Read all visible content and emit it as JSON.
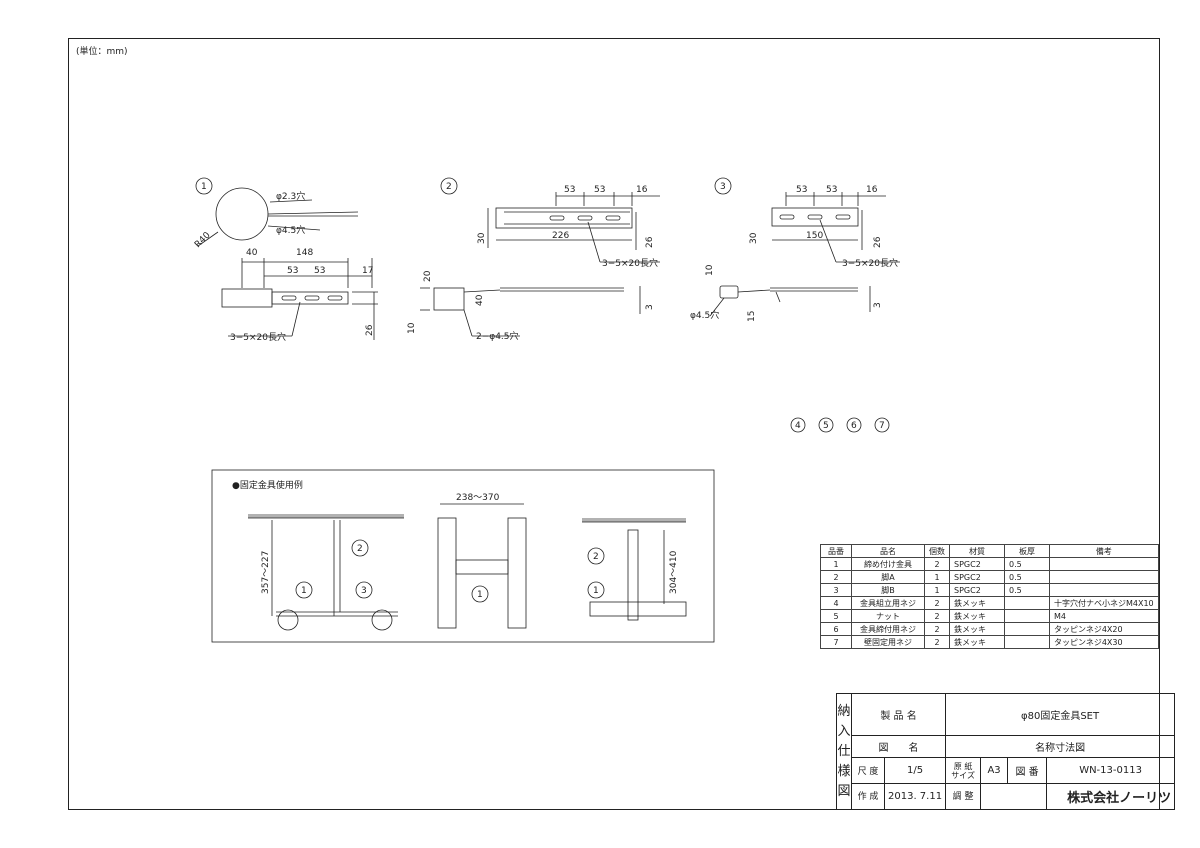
{
  "unit_note": "(単位：mm)",
  "fig1": {
    "marker": "1",
    "d_small": "φ2.3穴",
    "d_large": "φ4.5穴",
    "radius": "R40",
    "dim_40": "40",
    "dim_148": "148",
    "dim_53a": "53",
    "dim_53b": "53",
    "dim_17": "17",
    "dim_26": "26",
    "slot": "3−5×20長穴"
  },
  "fig2": {
    "marker": "2",
    "dim_53a": "53",
    "dim_53b": "53",
    "dim_16": "16",
    "dim_30": "30",
    "dim_226": "226",
    "dim_26": "26",
    "slot": "3−5×20長穴",
    "dim_20": "20",
    "dim_40": "40",
    "dim_10": "10",
    "hole": "2−φ4.5穴",
    "dim_3": "3"
  },
  "fig3": {
    "marker": "3",
    "dim_53a": "53",
    "dim_53b": "53",
    "dim_16": "16",
    "dim_30": "30",
    "dim_150": "150",
    "dim_26": "26",
    "slot": "3−5×20長穴",
    "dim_10": "10",
    "hole": "φ4.5穴",
    "dim_15": "15",
    "dim_3": "3"
  },
  "small_parts_markers": [
    "4",
    "5",
    "6",
    "7"
  ],
  "usage": {
    "title": "●固定金具使用例",
    "range_height": "357〜227",
    "range_width": "238〜370",
    "range_height2": "304〜410",
    "marker1": "1",
    "marker2": "2",
    "marker3": "3"
  },
  "parts_table": {
    "headers": [
      "品番",
      "品名",
      "個数",
      "材質",
      "板厚",
      "備考"
    ],
    "rows": [
      [
        "1",
        "締め付け金具",
        "2",
        "SPGC2",
        "0.5",
        ""
      ],
      [
        "2",
        "脚A",
        "1",
        "SPGC2",
        "0.5",
        ""
      ],
      [
        "3",
        "脚B",
        "1",
        "SPGC2",
        "0.5",
        ""
      ],
      [
        "4",
        "金具組立用ネジ",
        "2",
        "鉄メッキ",
        "",
        "十字穴付ナベ小ネジM4X10"
      ],
      [
        "5",
        "ナット",
        "2",
        "鉄メッキ",
        "",
        "M4"
      ],
      [
        "6",
        "金具締付用ネジ",
        "2",
        "鉄メッキ",
        "",
        "タッピンネジ4X20"
      ],
      [
        "7",
        "壁固定用ネジ",
        "2",
        "鉄メッキ",
        "",
        "タッピンネジ4X30"
      ]
    ]
  },
  "title_block": {
    "side_label": [
      "納",
      "入",
      "仕",
      "様",
      "図"
    ],
    "product_label": "製 品 名",
    "product_value": "φ80固定金具SET",
    "drawing_label": "図　　名",
    "drawing_value": "名称寸法図",
    "scale_label": "尺 度",
    "scale_value": "1/5",
    "paper_label": "原 紙 サイズ",
    "paper_value": "A3",
    "number_label": "図 番",
    "number_value": "WN-13-0113",
    "made_label": "作 成",
    "made_value": "2013. 7.11",
    "check_label": "調 整",
    "check_value": "",
    "company": "株式会社ノーリツ"
  }
}
